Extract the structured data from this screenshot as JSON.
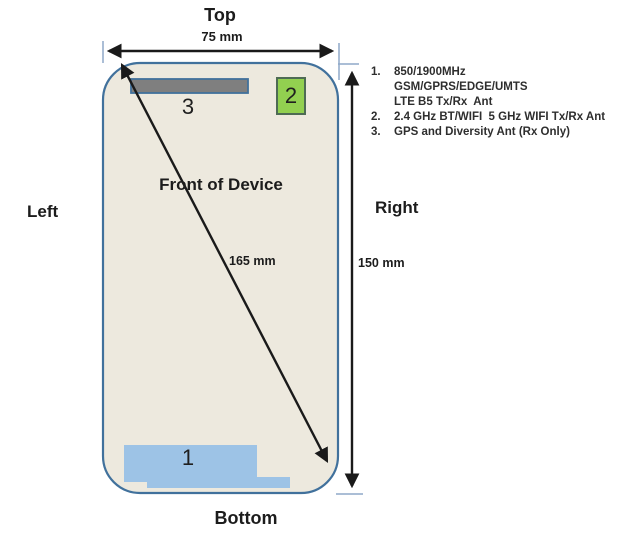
{
  "diagram": {
    "side_labels": {
      "top": "Top",
      "bottom": "Bottom",
      "left": "Left",
      "right": "Right"
    },
    "device_label": "Front of Device",
    "dimensions": {
      "width": "75 mm",
      "height": "150 mm",
      "diagonal": "165 mm"
    },
    "antenna_markers": {
      "ant1": "1",
      "ant2": "2",
      "ant3": "3"
    }
  },
  "legend": {
    "items": [
      {
        "num": "1.",
        "lines": [
          "850/1900MHz",
          "GSM/GPRS/EDGE/UMTS",
          "LTE B5 Tx/Rx  Ant"
        ]
      },
      {
        "num": "2.",
        "lines": [
          "2.4 GHz BT/WIFI  5 GHz WIFI Tx/Rx Ant"
        ]
      },
      {
        "num": "3.",
        "lines": [
          "GPS and Diversity Ant (Rx Only)"
        ]
      }
    ]
  },
  "colors": {
    "device_fill": "#EDE9DE",
    "device_border": "#41719C",
    "ant1_fill": "#9DC3E6",
    "ant2_fill": "#92D050",
    "ant2_border": "#4E6B54",
    "ant3_fill": "#7F7F7F",
    "arrow": "#1A1A1A",
    "witness_tick": "#8FA8C8"
  }
}
